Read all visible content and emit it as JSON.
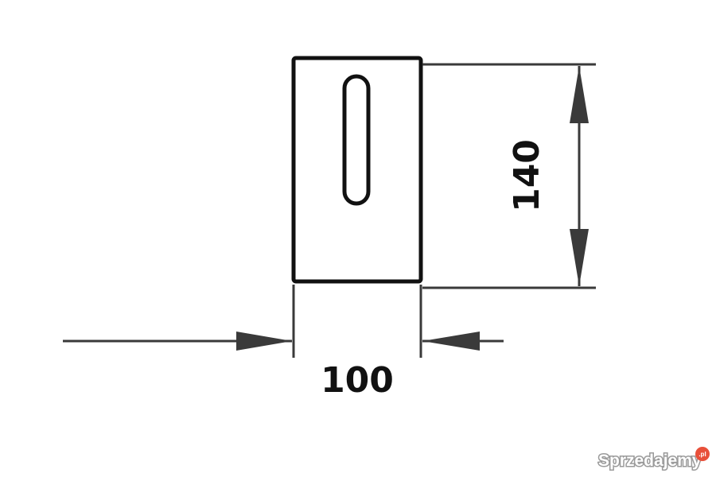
{
  "dimensions": {
    "width_label": "100",
    "height_label": "140"
  },
  "watermark": {
    "text": "Sprzedajemy",
    "badge": ".pl",
    "badge_color": "#e8503a"
  },
  "colors": {
    "outline": "#111111",
    "dimension_line": "#3a3a3a"
  }
}
